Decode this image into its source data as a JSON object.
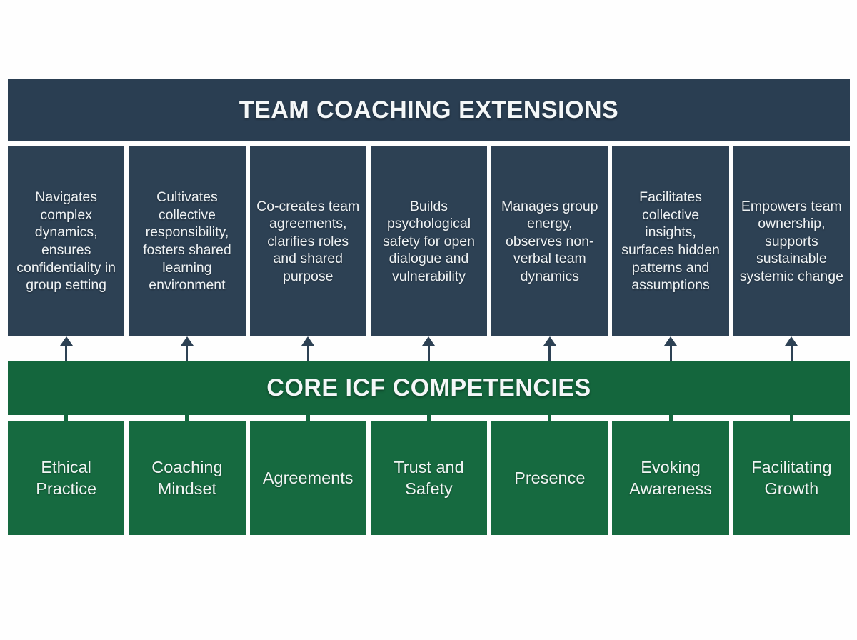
{
  "diagram": {
    "top_header": "TEAM COACHING EXTENSIONS",
    "middle_header": "CORE ICF COMPETENCIES",
    "colors": {
      "navy_header": "#2a3e52",
      "navy_box": "#2d4154",
      "green_bar": "#14663d",
      "green_box": "#166a40",
      "text": "#f4f7f8",
      "background": "#fefefe"
    },
    "columns": [
      {
        "competency": "Ethical Practice",
        "extension": "Navigates complex dynamics, ensures confidentiality in group setting"
      },
      {
        "competency": "Coaching Mindset",
        "extension": "Cultivates collective responsibility, fosters shared learning environment"
      },
      {
        "competency": "Agreements",
        "extension": "Co-creates team agreements, clarifies roles and shared purpose"
      },
      {
        "competency": "Trust and Safety",
        "extension": "Builds psychological safety for open dialogue and vulnerability"
      },
      {
        "competency": "Presence",
        "extension": "Manages group energy, observes non-verbal team dynamics"
      },
      {
        "competency": "Evoking Awareness",
        "extension": "Facilitates collective insights, surfaces hidden patterns and assumptions"
      },
      {
        "competency": "Facilitating Growth",
        "extension": "Empowers team ownership, supports sustainable systemic change"
      }
    ]
  }
}
